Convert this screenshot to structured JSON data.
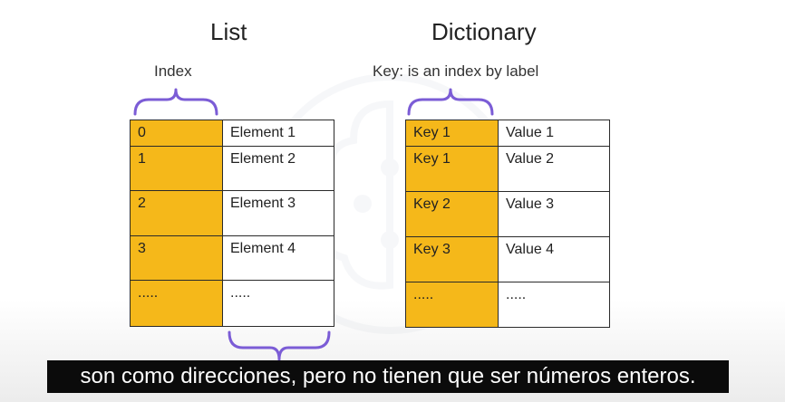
{
  "list": {
    "title": "List",
    "index_caption": "Index",
    "rows": [
      {
        "key": "0",
        "value": "Element  1"
      },
      {
        "key": "1",
        "value": "Element  2"
      },
      {
        "key": "2",
        "value": "Element  3"
      },
      {
        "key": "3",
        "value": "Element  4"
      },
      {
        "key": ".....",
        "value": "....."
      }
    ]
  },
  "dictionary": {
    "title": "Dictionary",
    "key_caption": "Key: is an index by label",
    "rows": [
      {
        "key": "Key 1",
        "value": "Value  1"
      },
      {
        "key": "Key 1",
        "value": "Value  2"
      },
      {
        "key": "Key 2",
        "value": "Value 3"
      },
      {
        "key": "Key 3",
        "value": "Value  4"
      },
      {
        "key": ".....",
        "value": "....."
      }
    ]
  },
  "colors": {
    "key_fill": "#f5b81a",
    "brace": "#7b5cd6",
    "subtitle_bg": "#0b0b0b"
  },
  "subtitle": "son como direcciones, pero no tienen que ser números enteros."
}
